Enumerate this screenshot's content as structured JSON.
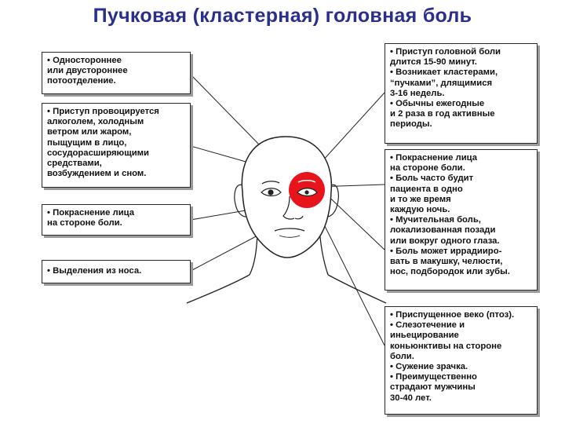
{
  "title": "Пучковая (кластерная) головная боль",
  "boxes": {
    "left_1": [
      "• Одностороннее",
      "или двустороннее",
      "потоотделение."
    ],
    "left_2": [
      "• Приступ провоцируется",
      "алкоголем, холодным",
      "ветром или жаром,",
      "пыщущим в лицо,",
      "сосудорасширяющими",
      "средствами,",
      "возбуждением и сном."
    ],
    "left_3": [
      "• Покраснение лица",
      "на стороне боли."
    ],
    "left_4": [
      "• Выделения из носа."
    ],
    "right_1": [
      "• Приступ головной боли",
      "длится 15-90 минут.",
      "• Возникает кластерами,",
      "“пучками”, длящимися",
      "3-16 недель.",
      "• Обычны ежегодные",
      "и 2 раза в год активные",
      "периоды."
    ],
    "right_2": [
      "• Покраснение лица",
      "на стороне боли.",
      "• Боль часто будит",
      "пациента в одно",
      "и то же время",
      "каждую ночь.",
      "• Мучительная боль,",
      "локализованная позади",
      "или вокруг одного глаза.",
      "• Боль может иррадииро-",
      "вать в макушку, челюсти,",
      "нос, подбородок или зубы."
    ],
    "right_3": [
      "• Приспущенное веко (птоз).",
      "• Слезотечение и",
      "иньецирование",
      "коньюнктивы на стороне",
      "боли.",
      "• Сужение зрачка.",
      "• Преимущественно",
      "страдают мужчины",
      "30-40 лет."
    ]
  },
  "colors": {
    "title": "#2b2f8c",
    "pain_spot": "#e8141c"
  }
}
